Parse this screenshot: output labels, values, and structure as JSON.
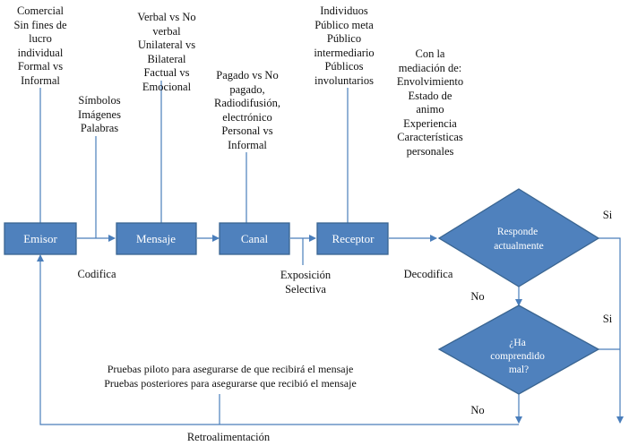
{
  "nodes": {
    "emisor": "Emisor",
    "mensaje": "Mensaje",
    "canal": "Canal",
    "receptor": "Receptor",
    "responde": [
      "Responde",
      "actualmente"
    ],
    "comprendido": [
      "¿Ha",
      "comprendido",
      "mal?"
    ]
  },
  "annotations": {
    "emisor_types": [
      "Comercial",
      "Sin fines de",
      "lucro",
      "individual",
      "Formal vs",
      "Informal"
    ],
    "codifica_items": [
      "Símbolos",
      "Imágenes",
      "Palabras"
    ],
    "mensaje_types": [
      "Verbal vs No",
      "verbal",
      "Unilateral vs",
      "Bilateral",
      "Factual vs",
      "Emocional"
    ],
    "canal_types": [
      "Pagado vs No",
      "pagado,",
      "Radiodifusión,",
      "electrónico",
      "Personal vs",
      "Informal"
    ],
    "receptor_types": [
      "Individuos",
      "Público meta",
      "Público",
      "intermediario",
      "Públicos",
      "involuntarios"
    ],
    "mediacion": [
      "Con la",
      "mediación de:",
      "Envolvimiento",
      "Estado de",
      "animo",
      "Experiencia",
      "Características",
      "personales"
    ],
    "codifica": "Codifica",
    "exposicion": [
      "Exposición",
      "Selectiva"
    ],
    "decodifica": "Decodifica",
    "pruebas": [
      "Pruebas piloto para asegurarse  de que recibirá el mensaje",
      "Pruebas posteriores para asegurarse  que recibió el mensaje"
    ],
    "retro": "Retroalimentación",
    "si_1": "Si",
    "si_2": "Si",
    "no_1": "No",
    "no_2": "No"
  },
  "colors": {
    "node_fill": "#4f81bd",
    "node_stroke": "#3a6591",
    "connector": "#4a7ebb"
  }
}
